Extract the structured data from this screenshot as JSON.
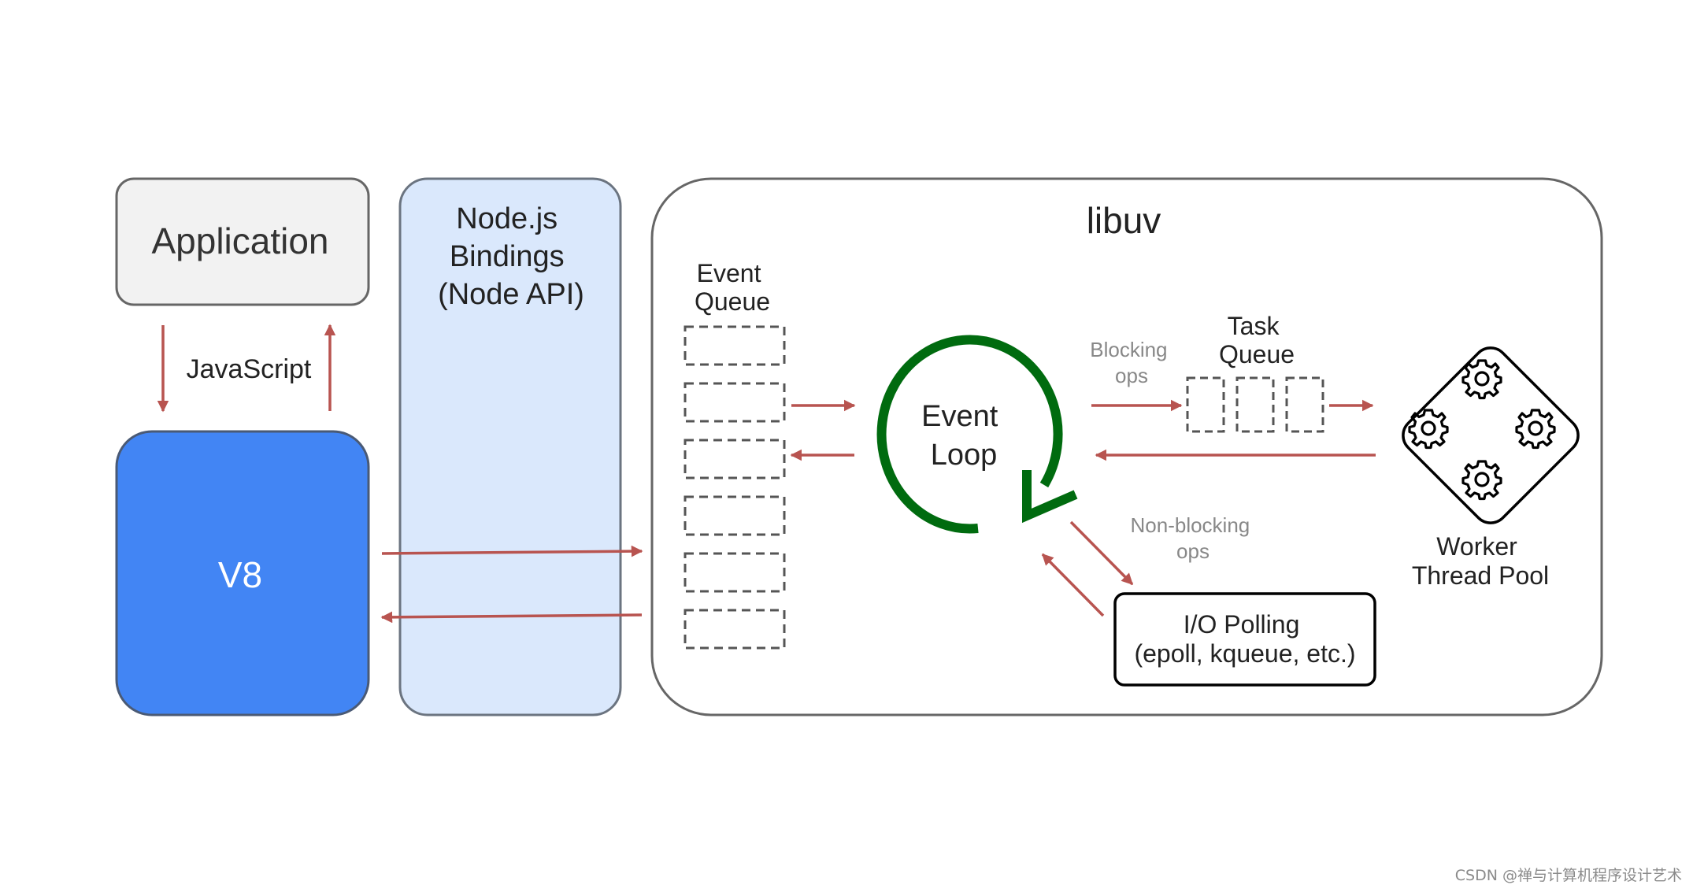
{
  "nodes": {
    "application": "Application",
    "v8": "V8",
    "bindings": [
      "Node.js",
      "Bindings",
      "(Node API)"
    ],
    "libuv": "libuv",
    "event_queue": [
      "Event",
      "Queue"
    ],
    "event_loop": [
      "Event",
      "Loop"
    ],
    "task_queue": [
      "Task",
      "Queue"
    ],
    "worker_thread_pool": [
      "Worker",
      "Thread Pool"
    ],
    "io_polling": [
      "I/O Polling",
      "(epoll, kqueue, etc.)"
    ]
  },
  "edge_labels": {
    "javascript": "JavaScript",
    "blocking_ops": [
      "Blocking",
      "ops"
    ],
    "non_blocking_ops": [
      "Non-blocking",
      "ops"
    ]
  },
  "colors": {
    "application_fill": "#f2f2f2",
    "v8_fill": "#4285f4",
    "bindings_fill": "#dae8fc",
    "arrow": "#b85450",
    "event_loop_stroke": "#006b0f"
  },
  "watermark": "CSDN @禅与计算机程序设计艺术"
}
